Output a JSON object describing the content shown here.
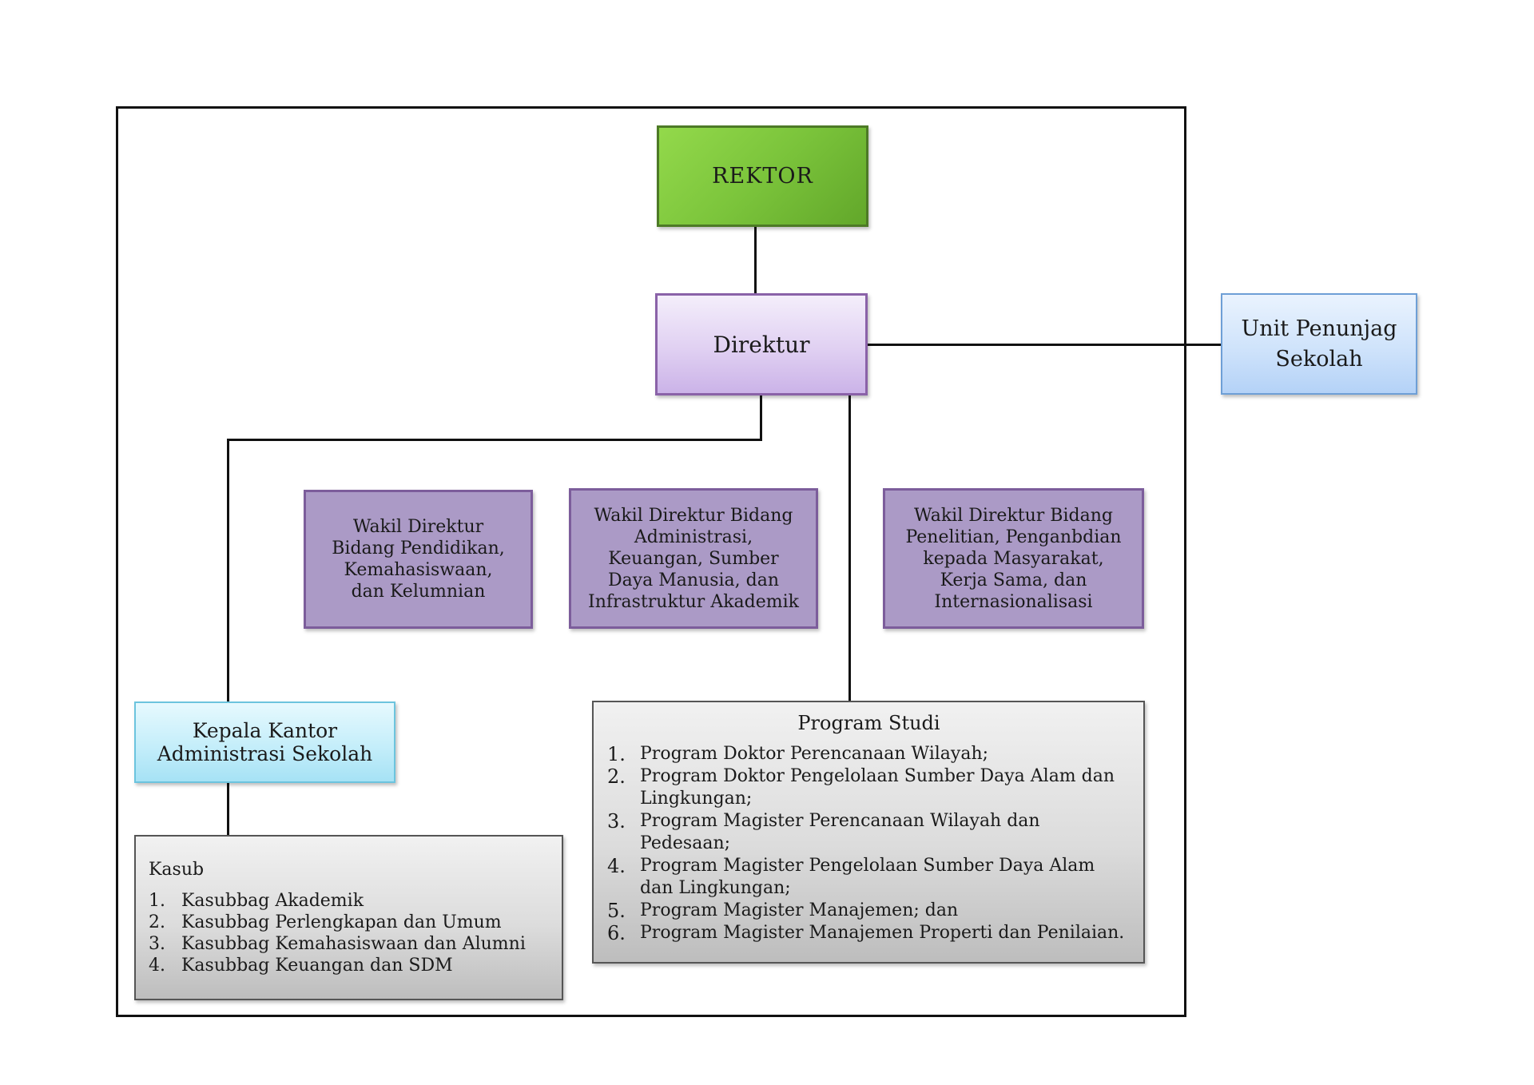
{
  "rektor": {
    "label": "REKTOR"
  },
  "direktur": {
    "label": "Direktur"
  },
  "unit_penunjang": {
    "line1": "Unit Penunjag",
    "line2": "Sekolah"
  },
  "wakil_direktur": [
    {
      "lines": [
        "Wakil Direktur",
        "Bidang Pendidikan,",
        "Kemahasiswaan,",
        "dan Kelumnian"
      ]
    },
    {
      "lines": [
        "Wakil Direktur Bidang",
        "Administrasi,",
        "Keuangan, Sumber",
        "Daya Manusia, dan",
        "Infrastruktur Akademik"
      ]
    },
    {
      "lines": [
        "Wakil Direktur Bidang",
        "Penelitian, Penganbdian",
        "kepada Masyarakat,",
        "Kerja Sama, dan",
        "Internasionalisasi"
      ]
    }
  ],
  "kepala_kantor": {
    "line1": "Kepala Kantor",
    "line2": "Administrasi Sekolah"
  },
  "kasub": {
    "title": "Kasub",
    "items": [
      {
        "num": "1.",
        "text": "Kasubbag Akademik"
      },
      {
        "num": "2.",
        "text": "Kasubbag Perlengkapan dan Umum"
      },
      {
        "num": "3.",
        "text": "Kasubbag Kemahasiswaan dan Alumni"
      },
      {
        "num": "4.",
        "text": "Kasubbag Keuangan dan SDM"
      }
    ]
  },
  "program_studi": {
    "title": "Program Studi",
    "items": [
      {
        "num": "1.",
        "text": "Program Doktor Perencanaan Wilayah;"
      },
      {
        "num": "2.",
        "line1": "Program Doktor Pengelolaan Sumber Daya Alam dan",
        "line2": "Lingkungan;"
      },
      {
        "num": "3.",
        "line1": "Program Magister Perencanaan Wilayah dan",
        "line2": "Pedesaan;"
      },
      {
        "num": "4.",
        "line1": "Program Magister Pengelolaan Sumber Daya Alam",
        "line2": "dan Lingkungan;"
      },
      {
        "num": "5.",
        "text": "Program Magister Manajemen; dan"
      },
      {
        "num": "6.",
        "text": "Program Magister Manajemen Properti dan Penilaian."
      }
    ]
  }
}
